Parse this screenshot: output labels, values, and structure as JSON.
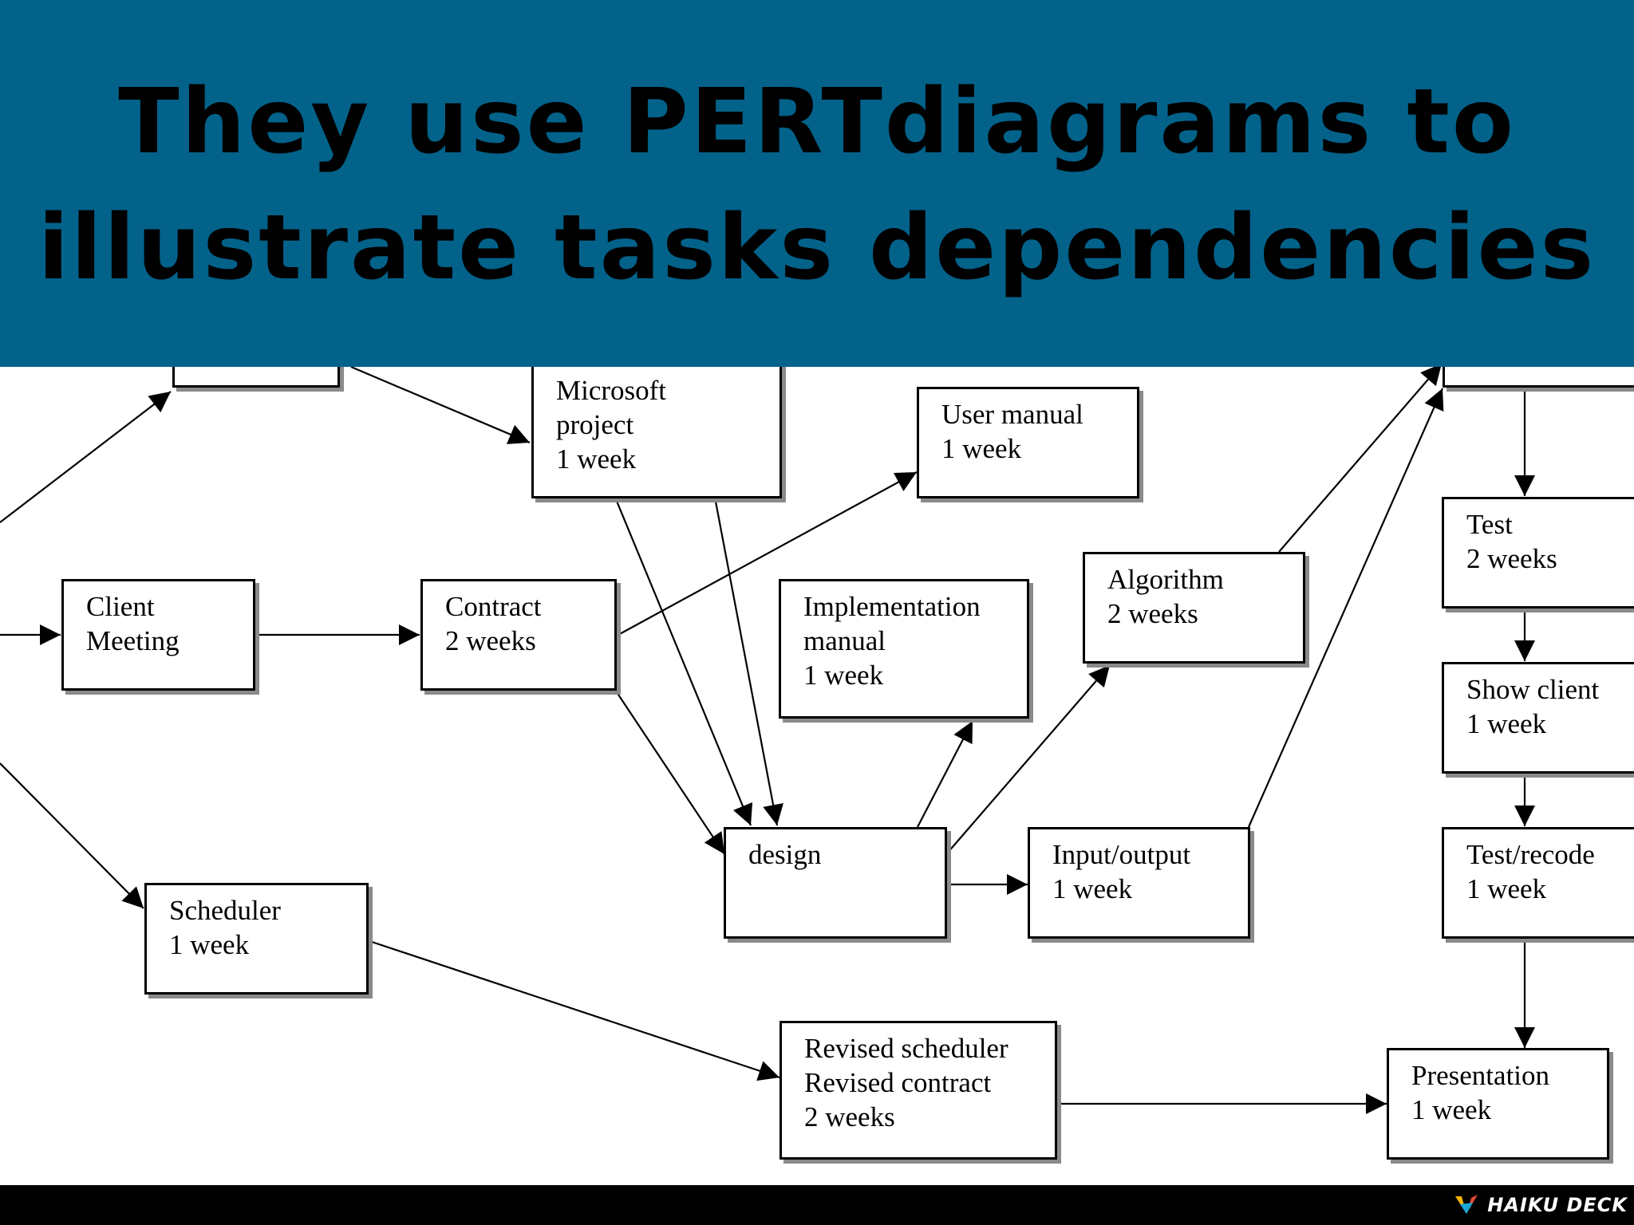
{
  "title": {
    "line1": "They use PERTdiagrams to",
    "line2": "illustrate tasks dependencies"
  },
  "nodes": {
    "top_left_partial": {
      "lines": []
    },
    "microsoft_project": {
      "lines": [
        "Microsoft",
        "project",
        "1 week"
      ]
    },
    "user_manual": {
      "lines": [
        "User manual",
        "1 week"
      ]
    },
    "client_meeting": {
      "lines": [
        "Client",
        "Meeting"
      ]
    },
    "contract": {
      "lines": [
        "Contract",
        "2 weeks"
      ]
    },
    "implementation_manual": {
      "lines": [
        "Implementation",
        "manual",
        "1 week"
      ]
    },
    "algorithm": {
      "lines": [
        "Algorithm",
        "2 weeks"
      ]
    },
    "design": {
      "lines": [
        "design"
      ]
    },
    "input_output": {
      "lines": [
        "Input/output",
        "1 week"
      ]
    },
    "scheduler": {
      "lines": [
        "Scheduler",
        "1 week"
      ]
    },
    "revised": {
      "lines": [
        "Revised scheduler",
        "Revised contract",
        "2 weeks"
      ]
    },
    "top_right_partial": {
      "lines": []
    },
    "test": {
      "lines": [
        "Test",
        "2 weeks"
      ]
    },
    "show_client": {
      "lines": [
        "Show client",
        "1 week"
      ]
    },
    "test_recode": {
      "lines": [
        "Test/recode",
        "1 week"
      ]
    },
    "presentation": {
      "lines": [
        "Presentation",
        "1 week"
      ]
    }
  },
  "footer": {
    "brand": "HAIKU DECK"
  },
  "colors": {
    "banner": "#02628a",
    "footer": "#000000",
    "node_border": "#000000",
    "node_shadow": "#8a8a8a",
    "brand_accent_1": "#f4b400",
    "brand_accent_2": "#e8483b",
    "brand_accent_3": "#1aa6d8"
  }
}
